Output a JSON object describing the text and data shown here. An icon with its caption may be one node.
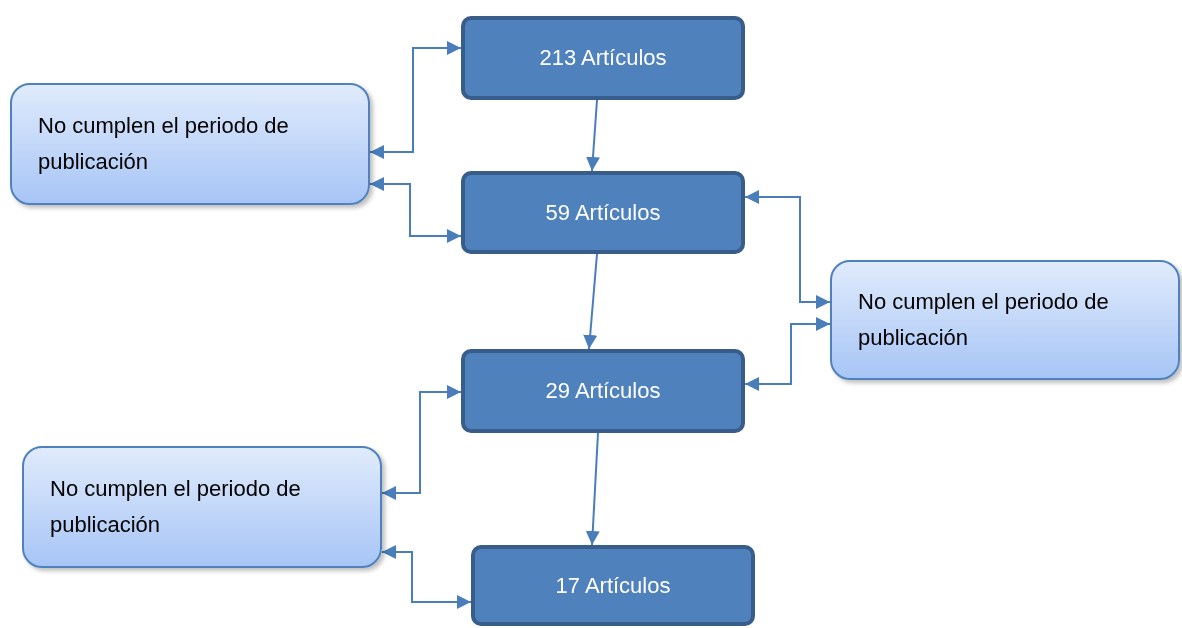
{
  "diagram": {
    "nodes": [
      {
        "text": [
          "213 Artículos"
        ]
      },
      {
        "text": [
          "59 Artículos"
        ]
      },
      {
        "text": [
          "29 Artículos"
        ]
      },
      {
        "text": [
          "17 Artículos"
        ]
      },
      {
        "text": [
          "No cumplen el periodo de publicación"
        ]
      },
      {
        "text": [
          "No cumplen el periodo de publicación"
        ]
      },
      {
        "text": [
          "No cumplen el periodo de publicación"
        ]
      }
    ],
    "edges": [
      {
        "from": 0,
        "to": 1,
        "arrow": "to"
      },
      {
        "from": 1,
        "to": 2,
        "arrow": "to"
      },
      {
        "from": 2,
        "to": 3,
        "arrow": "to"
      },
      {
        "from": 0,
        "to": 4,
        "arrow": "both"
      },
      {
        "from": 4,
        "to": 1,
        "arrow": "both"
      },
      {
        "from": 1,
        "to": 5,
        "arrow": "both"
      },
      {
        "from": 5,
        "to": 2,
        "arrow": "both"
      },
      {
        "from": 2,
        "to": 6,
        "arrow": "both"
      },
      {
        "from": 6,
        "to": 3,
        "arrow": "both"
      }
    ]
  }
}
